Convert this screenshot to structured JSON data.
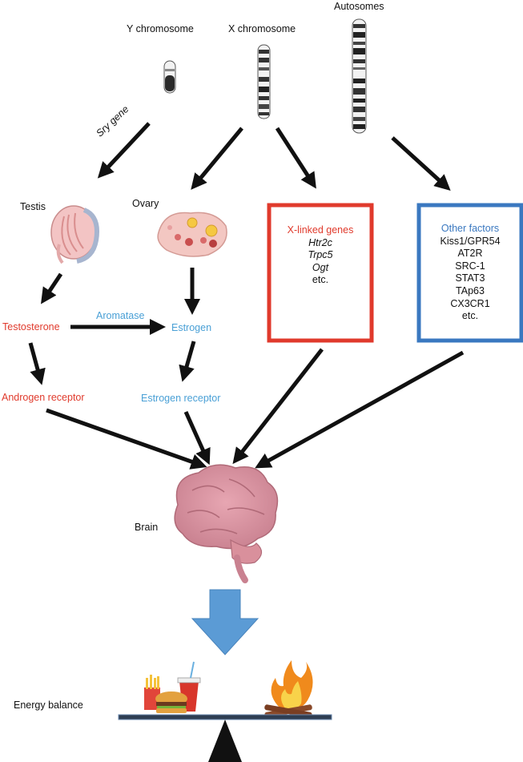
{
  "labels": {
    "y_chromosome": "Y chromosome",
    "x_chromosome": "X chromosome",
    "autosomes": "Autosomes",
    "sry_gene": "Sry gene",
    "testis": "Testis",
    "ovary": "Ovary",
    "testosterone": "Testosterone",
    "aromatase": "Aromatase",
    "estrogen": "Estrogen",
    "androgen_receptor": "Androgen receptor",
    "estrogen_receptor": "Estrogen receptor",
    "brain": "Brain",
    "energy_balance": "Energy balance"
  },
  "x_linked_box": {
    "title": "X-linked genes",
    "genes": [
      "Htr2c",
      "Trpc5",
      "Ogt"
    ],
    "more": "etc."
  },
  "other_factors_box": {
    "title": "Other factors",
    "items": [
      "Kiss1/GPR54",
      "AT2R",
      "SRC-1",
      "STAT3",
      "TAp63",
      "CX3CR1",
      "etc."
    ]
  },
  "colors": {
    "red": "#e03a2c",
    "blue_label": "#4aa0d6",
    "blue_box": "#3a78c0",
    "down_arrow": "#5b9bd5",
    "arrow": "#111111"
  }
}
